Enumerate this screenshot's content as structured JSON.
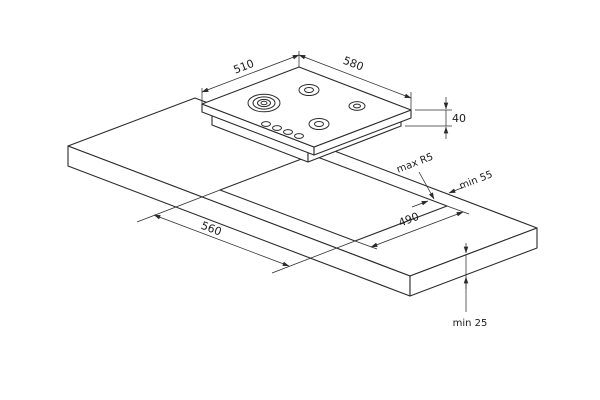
{
  "dims": {
    "hob_depth": "510",
    "hob_width": "580",
    "hob_height": "40",
    "cutout_length": "560",
    "cutout_depth": "490",
    "cutout_corner_radius": "max R5",
    "rear_clearance": "min 55",
    "front_clearance": "min 25"
  },
  "colors": {
    "line": "#2b2b2b",
    "background": "#ffffff"
  }
}
